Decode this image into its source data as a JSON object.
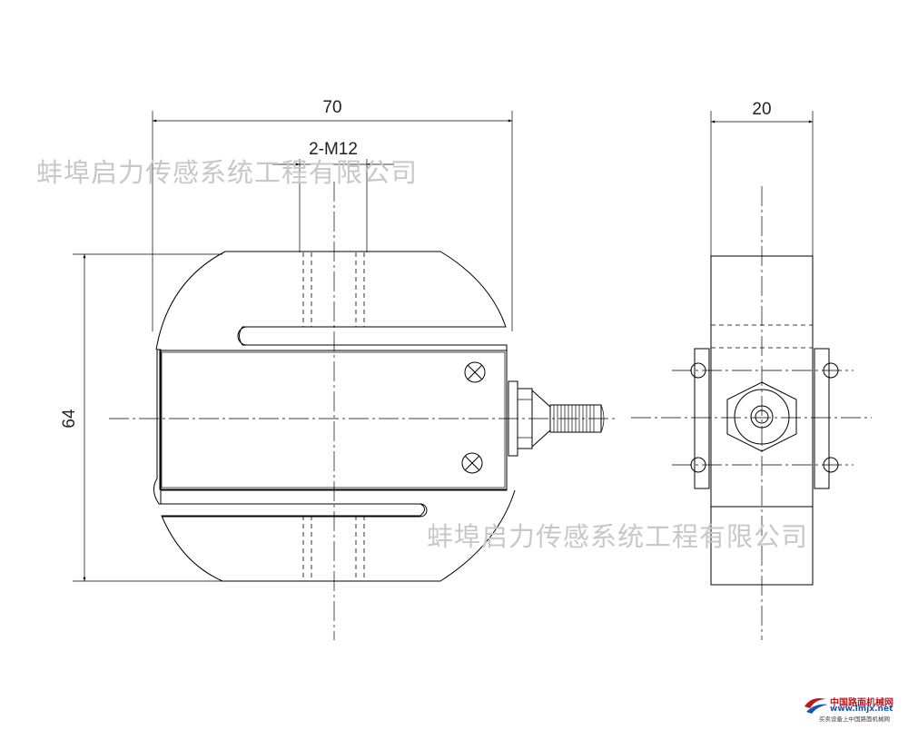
{
  "drawing": {
    "front_view": {
      "width_dimension": "70",
      "height_dimension": "64",
      "thread_callout": "2-M12"
    },
    "side_view": {
      "width_dimension": "20"
    }
  },
  "watermarks": {
    "company_text": "蚌埠启力传感系统工程有限公司"
  },
  "logo": {
    "name": "中国路面机械网",
    "url": "www.lmjx.net",
    "tagline": "买卖设备上中国路面机械网"
  },
  "colors": {
    "line": "#000000",
    "watermark": "#c8c8c8",
    "logo_red": "#c0151d",
    "logo_blue": "#1a56b0"
  }
}
